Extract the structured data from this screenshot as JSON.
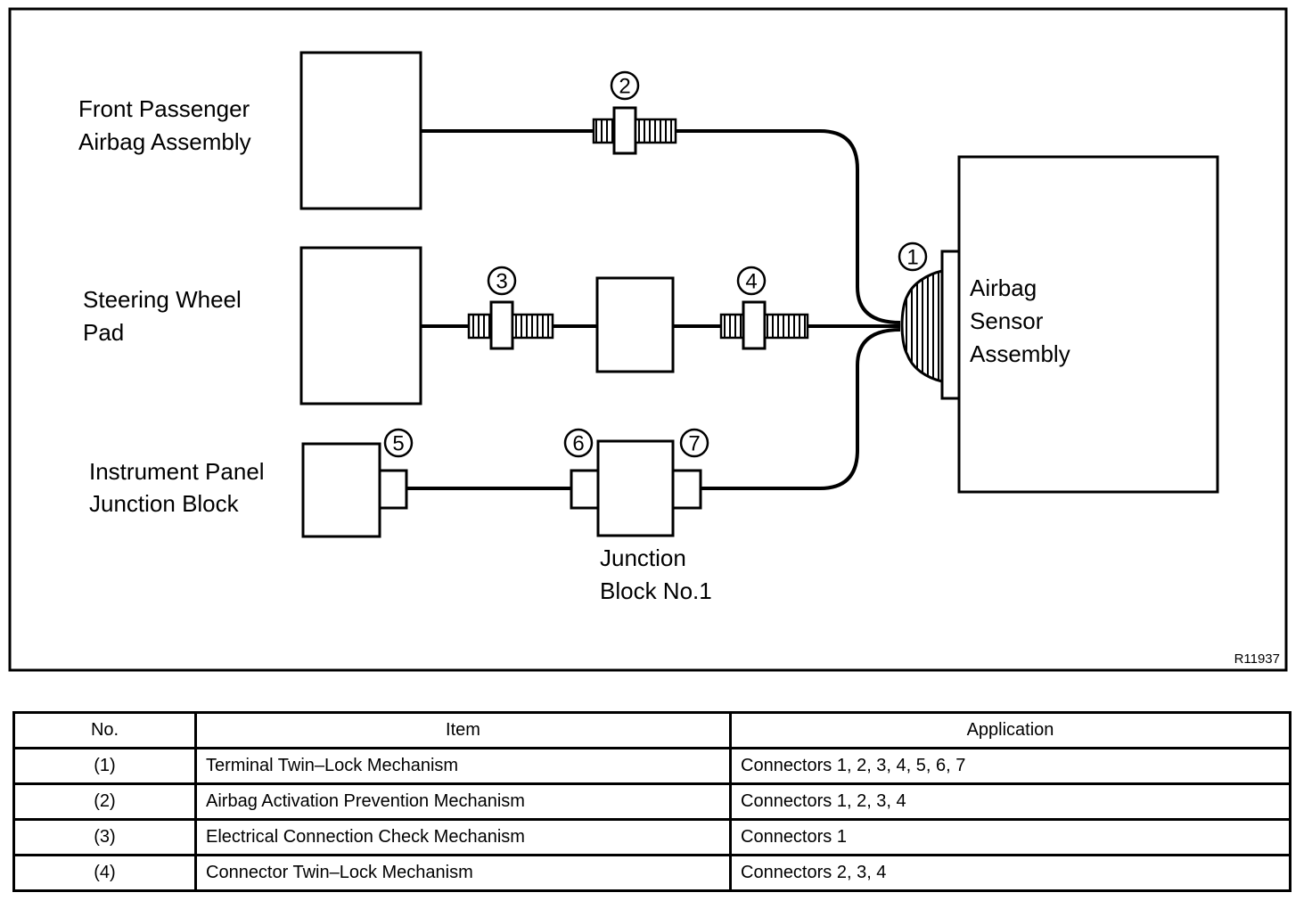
{
  "diagram": {
    "labels": {
      "front_passenger": [
        "Front Passenger",
        "Airbag Assembly"
      ],
      "steering_wheel": [
        "Steering Wheel",
        "Pad"
      ],
      "instrument_panel": [
        "Instrument Panel",
        "Junction Block"
      ],
      "junction_block": [
        "Junction",
        "Block No.1"
      ],
      "sensor": [
        "Airbag",
        "Sensor",
        "Assembly"
      ]
    },
    "connector_numbers": [
      "1",
      "2",
      "3",
      "4",
      "5",
      "6",
      "7"
    ],
    "figure_code": "R11937"
  },
  "table": {
    "headers": [
      "No.",
      "Item",
      "Application"
    ],
    "rows": [
      [
        "(1)",
        "Terminal Twin–Lock Mechanism",
        "Connectors 1, 2, 3, 4, 5, 6, 7"
      ],
      [
        "(2)",
        "Airbag Activation Prevention Mechanism",
        "Connectors 1, 2, 3, 4"
      ],
      [
        "(3)",
        "Electrical Connection Check Mechanism",
        "Connectors 1"
      ],
      [
        "(4)",
        "Connector Twin–Lock Mechanism",
        "Connectors 2, 3, 4"
      ]
    ]
  }
}
